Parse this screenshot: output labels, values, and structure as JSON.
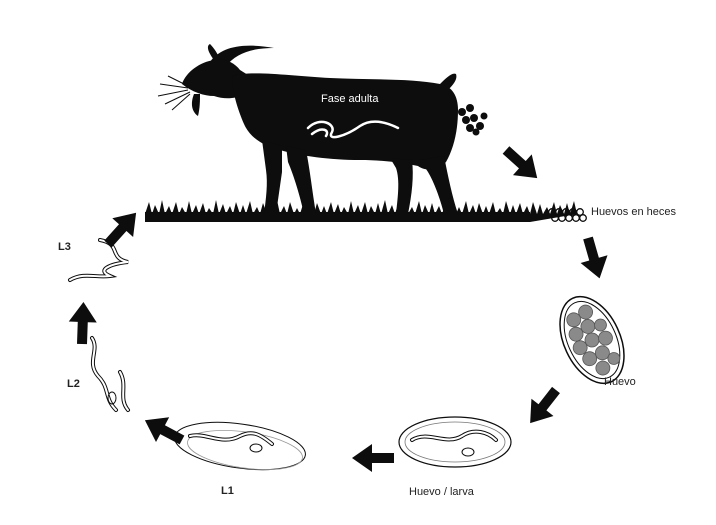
{
  "labels": {
    "adult_stage": "Fase adulta",
    "eggs_in_feces": "Huevos en heces",
    "egg": "Huevo",
    "egg_larva": "Huevo / larva",
    "l1": "L1",
    "l2": "L2",
    "l3": "L3"
  },
  "colors": {
    "silhouette": "#0d0d0d",
    "egg_cells": "#8a8a8a",
    "background": "#ffffff"
  },
  "icons": [
    "goat-silhouette",
    "grass",
    "worm",
    "egg-shell",
    "cycle-arrow"
  ]
}
